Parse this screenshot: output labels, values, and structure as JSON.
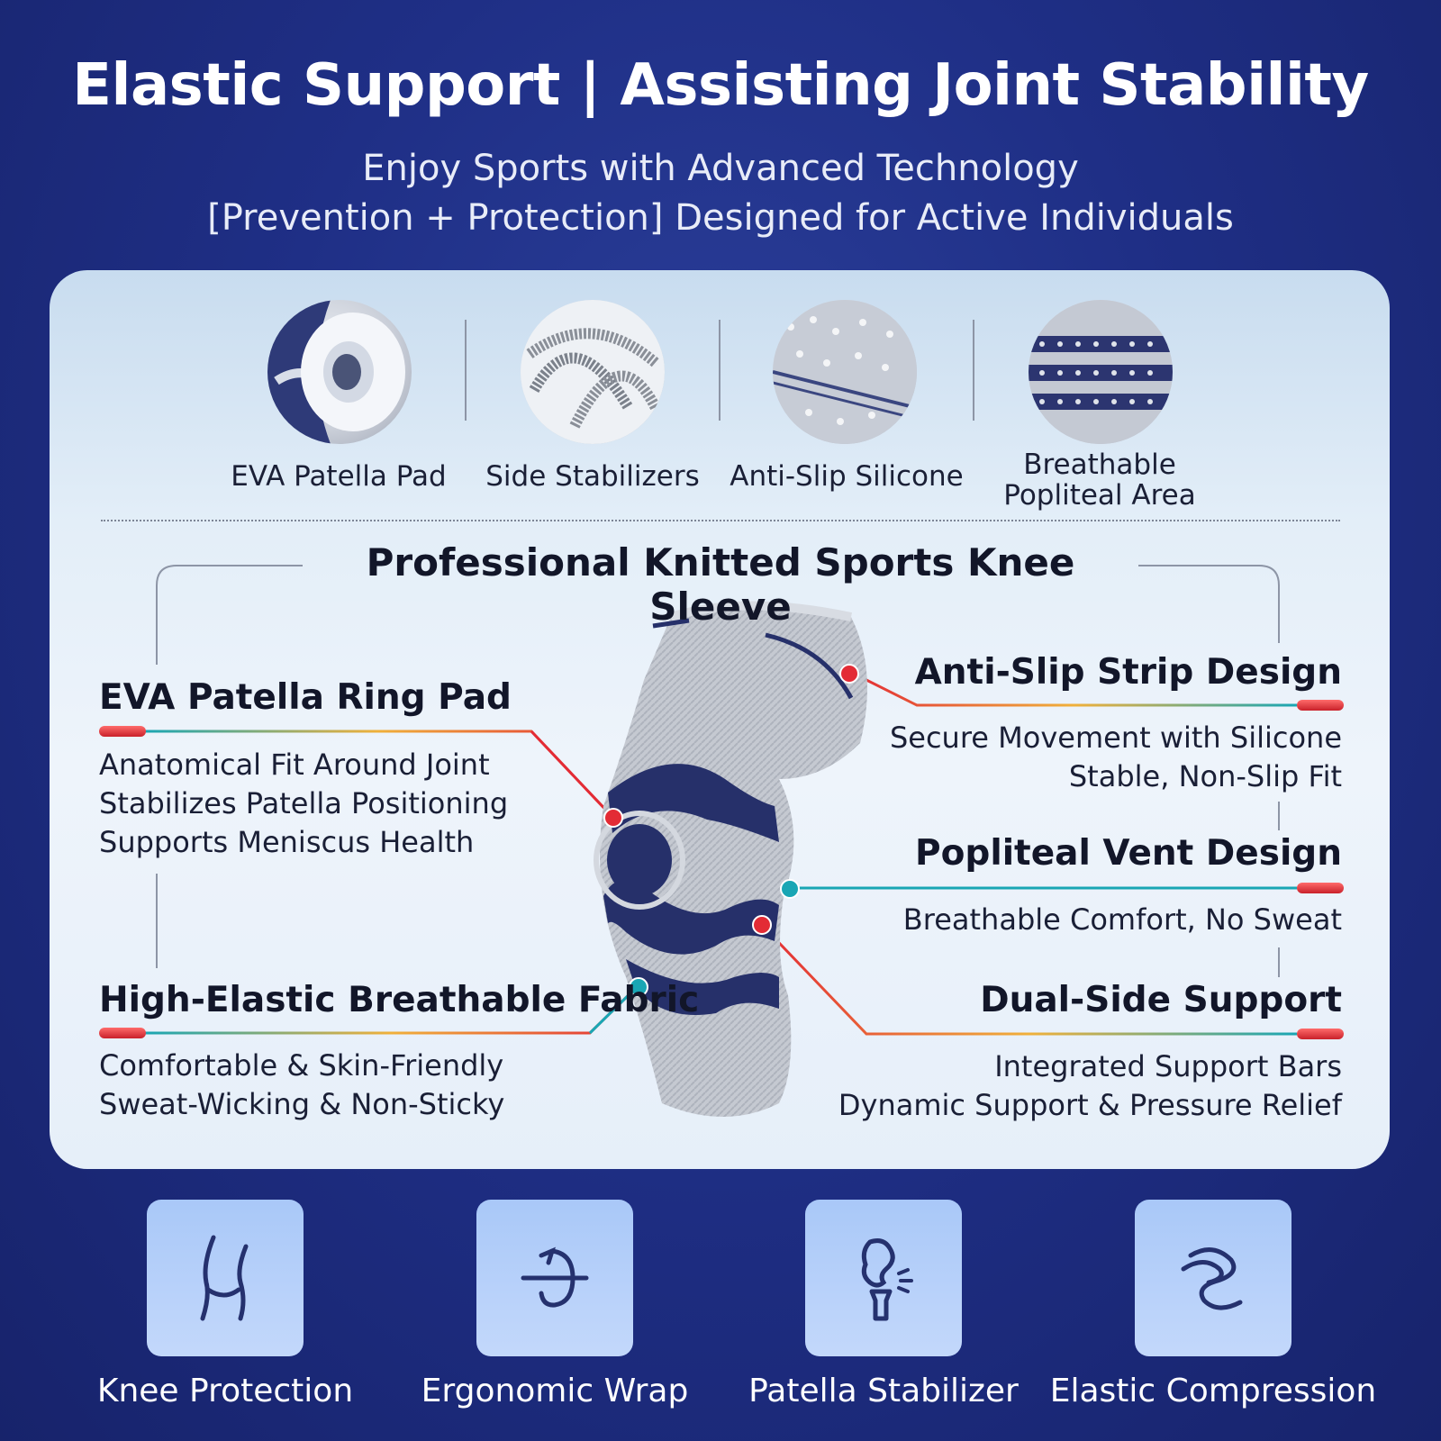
{
  "header": {
    "title": "Elastic Support | Assisting Joint Stability",
    "subtitle_line1": "Enjoy Sports with Advanced Technology",
    "subtitle_line2": "[Prevention + Protection] Designed for Active Individuals"
  },
  "features": [
    {
      "label": "EVA Patella Pad",
      "icon": "eva-patella-pad-image"
    },
    {
      "label": "Side Stabilizers",
      "icon": "side-stabilizers-image"
    },
    {
      "label": "Anti-Slip Silicone",
      "icon": "anti-slip-silicone-image"
    },
    {
      "label_line1": "Breathable",
      "label_line2": "Popliteal Area",
      "icon": "popliteal-area-image"
    }
  ],
  "section_title": "Professional Knitted Sports Knee Sleeve",
  "left_callouts": [
    {
      "heading": "EVA Patella Ring Pad",
      "lines": [
        "Anatomical Fit Around Joint",
        "Stabilizes Patella Positioning",
        "Supports Meniscus Health"
      ]
    },
    {
      "heading": "High-Elastic Breathable Fabric",
      "lines": [
        "Comfortable & Skin-Friendly",
        "Sweat-Wicking & Non-Sticky"
      ]
    }
  ],
  "right_callouts": [
    {
      "heading": "Anti-Slip Strip Design",
      "lines": [
        "Secure Movement with Silicone",
        "Stable, Non-Slip Fit"
      ]
    },
    {
      "heading": "Popliteal Vent Design",
      "lines": [
        "Breathable Comfort, No Sweat"
      ]
    },
    {
      "heading": "Dual-Side Support",
      "lines": [
        "Integrated Support Bars",
        "Dynamic Support & Pressure Relief"
      ]
    }
  ],
  "benefits": [
    {
      "label": "Knee Protection",
      "icon": "knee-icon"
    },
    {
      "label": "Ergonomic Wrap",
      "icon": "wrap-icon"
    },
    {
      "label": "Patella Stabilizer",
      "icon": "patella-bone-icon"
    },
    {
      "label": "Elastic Compression",
      "icon": "compression-icon"
    }
  ],
  "colors": {
    "background": "#1f2f86",
    "panel": "#e8f0f9",
    "navy": "#26306a",
    "marker_red": "#e32b35",
    "marker_teal": "#19a6b4",
    "tile": "#b8d2fa"
  }
}
